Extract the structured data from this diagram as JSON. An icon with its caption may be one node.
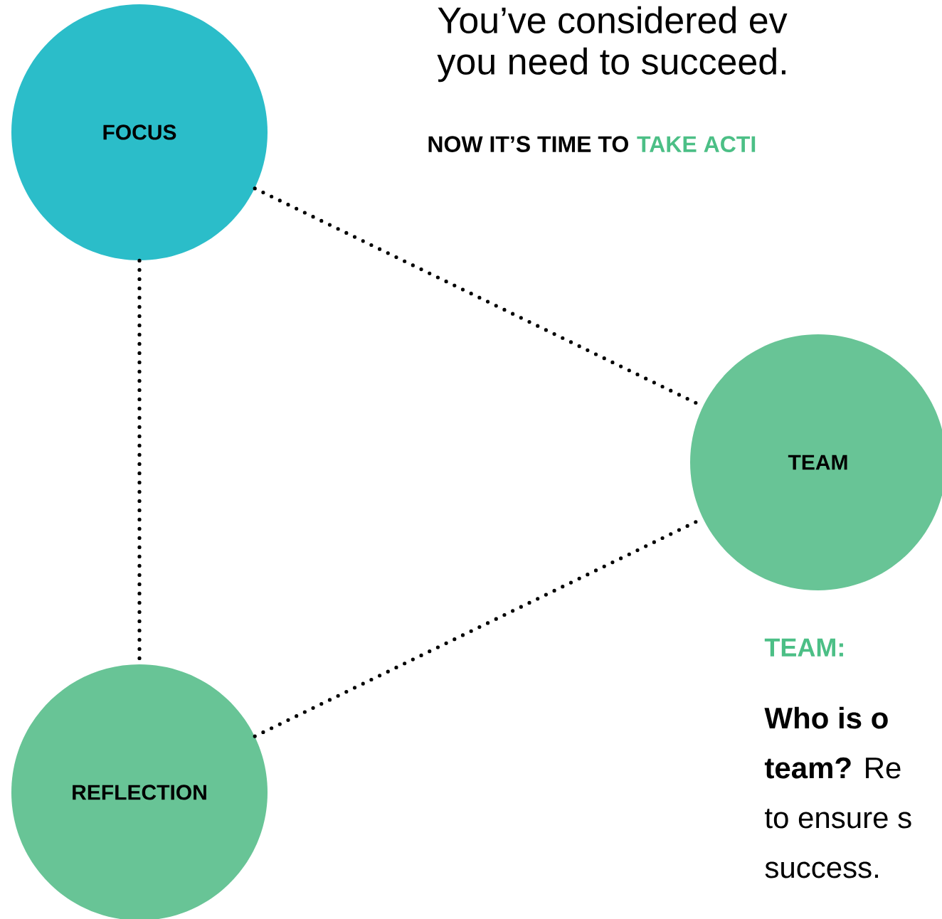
{
  "diagram": {
    "nodes": [
      {
        "text": [
          "FOCUS"
        ]
      },
      {
        "text": [
          "TEAM"
        ]
      },
      {
        "text": [
          "REFLECTION"
        ]
      }
    ],
    "edges": [
      {
        "from": 0,
        "to": 1,
        "arrow": "none"
      },
      {
        "from": 0,
        "to": 2,
        "arrow": "none"
      },
      {
        "from": 2,
        "to": 1,
        "arrow": "none"
      }
    ],
    "labels": [
      "You’ve considered ev",
      "you need to succeed.",
      "NOW IT’S TIME TO",
      "TAKE ACTI",
      "TEAM:",
      "Who is o",
      "**team?** Re",
      "to ensure s",
      "success."
    ]
  }
}
